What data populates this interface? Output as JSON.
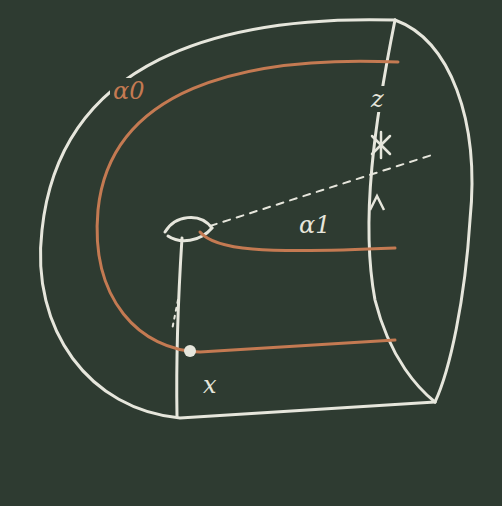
{
  "diagram": {
    "labels": [
      "α0",
      "α1",
      "z",
      "x"
    ]
  }
}
